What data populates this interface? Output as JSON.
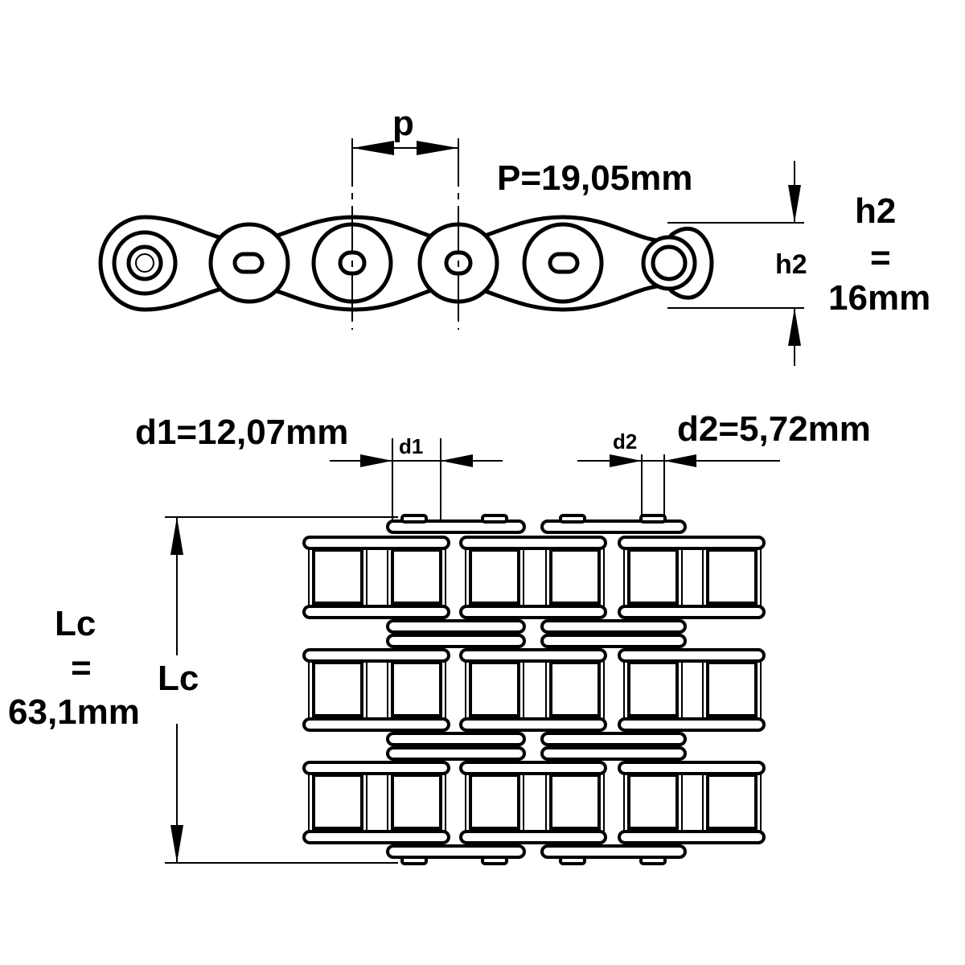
{
  "labels": {
    "p_symbol": "p",
    "pitch": "P=19,05mm",
    "h2_symbol": "h2",
    "h2_title": "h2",
    "h2_equals": "=",
    "h2_value": "16mm",
    "d1": "d1=12,07mm",
    "d1_symbol": "d1",
    "d2_symbol": "d2",
    "d2": "d2=5,72mm",
    "lc_title": "Lc",
    "lc_equals": "=",
    "lc_value": "63,1mm",
    "lc_symbol": "Lc"
  }
}
